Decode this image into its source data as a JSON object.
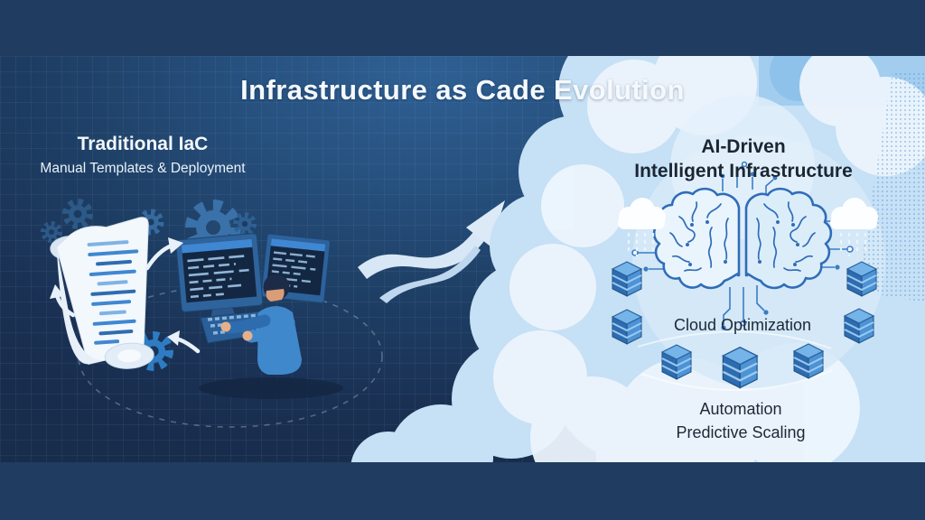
{
  "title": "Infrastructure as Cade Evolution",
  "left_panel": {
    "heading": "Traditional IaC",
    "subheading": "Manual Templates & Deployment"
  },
  "right_panel": {
    "heading_line1": "AI-Driven",
    "heading_line2": "Intelligent Infrastructure",
    "label_cloud_optimization": "Cloud Optimization",
    "label_automation": "Automation",
    "label_predictive_scaling": "Predictive Scaling"
  },
  "icons": [
    "scroll-code-icon",
    "gear-icon",
    "monitor-icon",
    "keyboard-icon",
    "person-illustration",
    "swoosh-arrow-icon",
    "brain-circuit-icon",
    "cloud-icon",
    "database-icon",
    "circuit-trace-lines"
  ],
  "colors": {
    "letterbox_bar": "#213c61",
    "panel_navy": "#1f4168",
    "accent_blue": "#3f88cc",
    "code_blue": "#3f87d2",
    "sky_light": "#c6e0f5",
    "cloud_white": "#ecf5fd",
    "brain_stroke": "#2f6db8",
    "text_light": "#f5f9fd",
    "text_dark": "#1b2634"
  }
}
